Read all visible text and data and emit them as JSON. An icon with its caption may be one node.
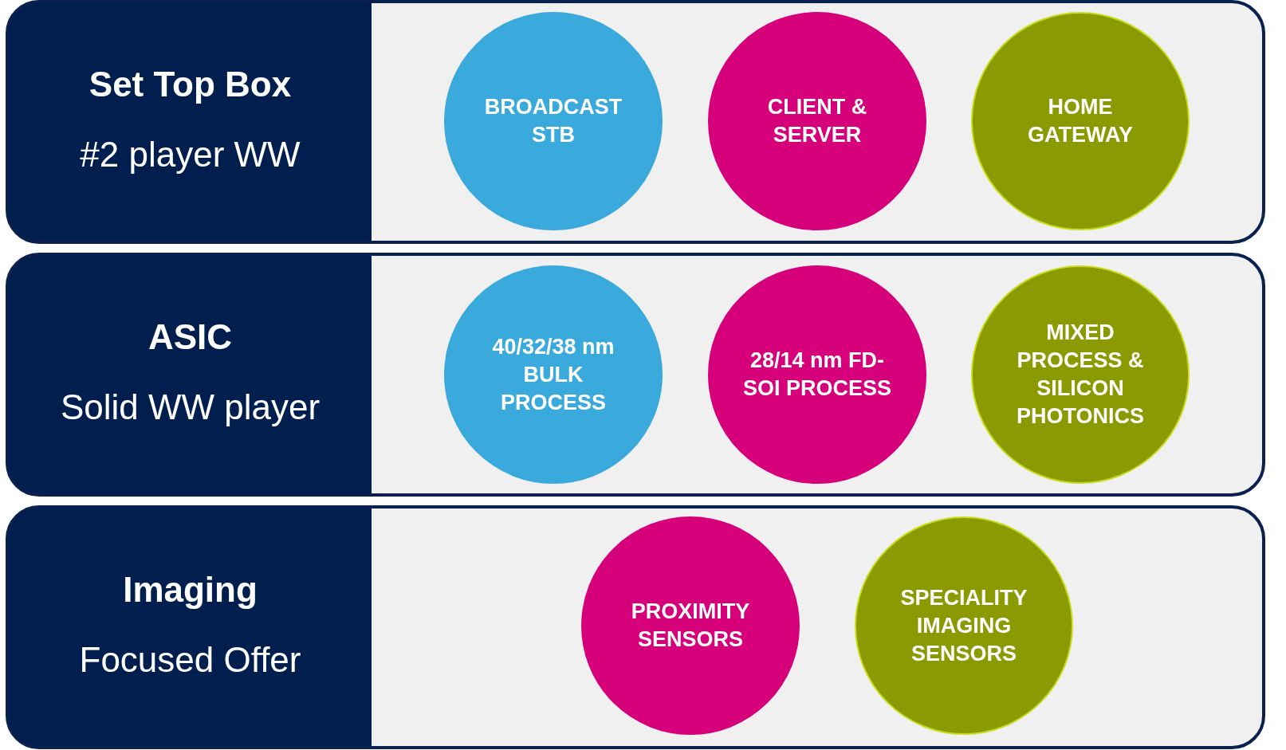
{
  "diagram": {
    "nodes": [
      {
        "text": [
          "Set Top Box",
          "#2 player WW"
        ]
      },
      {
        "text": [
          "BROADCAST STB"
        ],
        "in": 0
      },
      {
        "text": [
          "CLIENT & SERVER"
        ],
        "in": 0
      },
      {
        "text": [
          "HOME GATEWAY"
        ],
        "in": 0
      },
      {
        "text": [
          "ASIC",
          "Solid WW player"
        ]
      },
      {
        "text": [
          "40/32/38 nm BULK PROCESS"
        ],
        "in": 4
      },
      {
        "text": [
          "28/14 nm FD-SOI PROCESS"
        ],
        "in": 4
      },
      {
        "text": [
          "MIXED PROCESS & SILICON PHOTONICS"
        ],
        "in": 4
      },
      {
        "text": [
          "Imaging",
          "Focused Offer"
        ]
      },
      {
        "text": [
          "PROXIMITY SENSORS"
        ],
        "in": 8
      },
      {
        "text": [
          "SPECIALITY IMAGING SENSORS"
        ],
        "in": 8
      }
    ]
  }
}
